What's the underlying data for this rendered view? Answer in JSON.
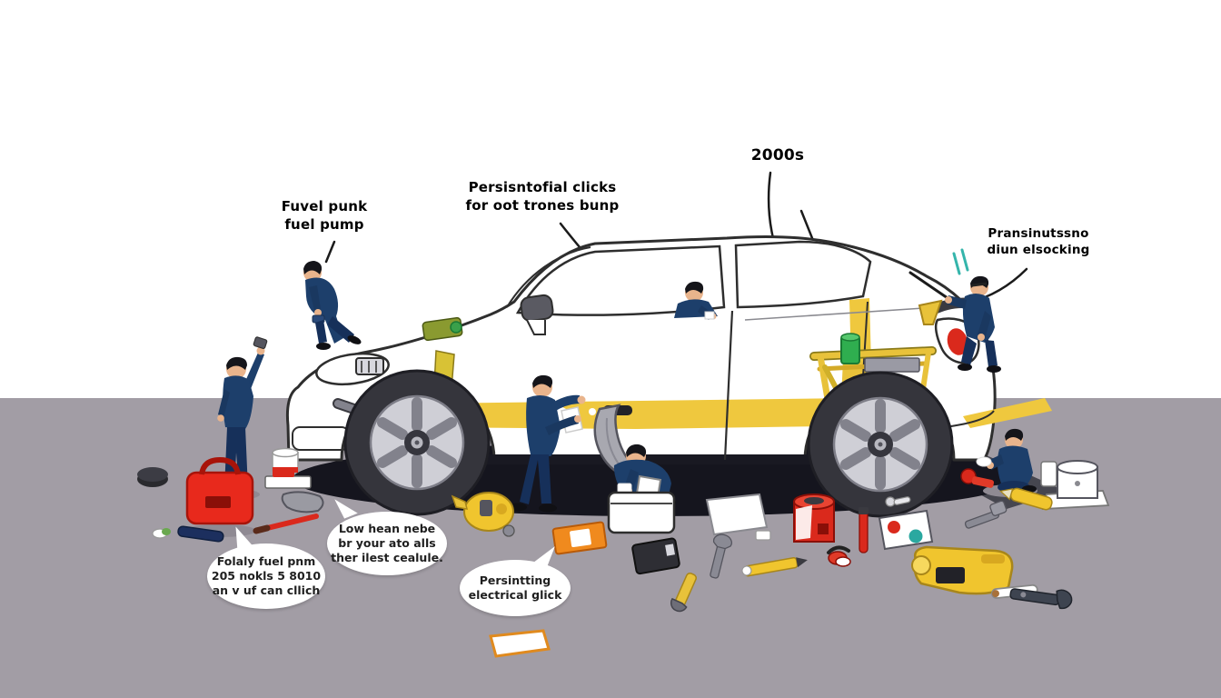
{
  "illustration": {
    "subject": "car-repair-scene",
    "era_label": "2000s",
    "palette": {
      "accent_yellow": "#efc83e",
      "uniform_navy": "#1d3f6b",
      "ground_gray": "#a29da5",
      "alert_red": "#da291c",
      "teal_mark": "#35b5ab",
      "car_white": "#ffffff",
      "outline": "#2e2e2e"
    }
  },
  "labels": {
    "fuel_pump": {
      "line1": "Fuvel punk",
      "line2": "fuel pump"
    },
    "persistent_clicks": {
      "line1": "Persisntofial clicks",
      "line2": "for oot trones bunp"
    },
    "era": {
      "text": "2000s"
    },
    "transmission": {
      "line1": "Pransinutssno",
      "line2": "diun elsocking"
    }
  },
  "speech_bubbles": {
    "fuel_pump_bubble": {
      "line1": "Folaly fuel pnm",
      "line2": "205 nokls 5 8010",
      "line3": "an v uf can cllich"
    },
    "low_oil_bubble": {
      "line1": "Low hean nebe",
      "line2": "br your ato alls",
      "line3": "ther ilest cealule."
    },
    "electrical_bubble": {
      "line1": "Persintting",
      "line2": "electrical glick"
    }
  }
}
